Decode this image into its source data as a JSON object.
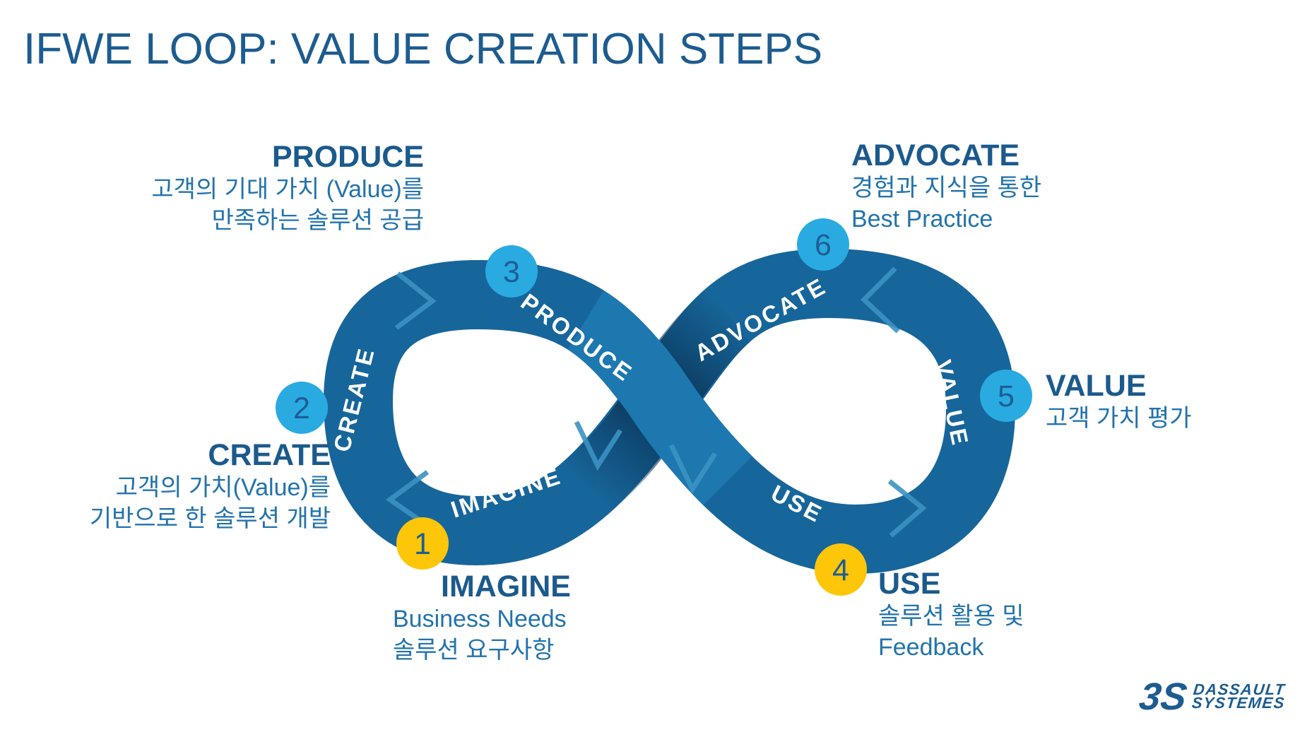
{
  "title": "IFWE LOOP: VALUE CREATION STEPS",
  "steps": [
    {
      "num": "1",
      "name": "IMAGINE",
      "desc_lines": [
        "Business Needs",
        "솔루션 요구사항"
      ],
      "badge_color": "#FDC609"
    },
    {
      "num": "2",
      "name": "CREATE",
      "desc_lines": [
        "고객의 가치(Value)를",
        "기반으로 한 솔루션 개발"
      ],
      "badge_color": "#29ABE2"
    },
    {
      "num": "3",
      "name": "PRODUCE",
      "desc_lines": [
        "고객의 기대 가치 (Value)를",
        "만족하는 솔루션 공급"
      ],
      "badge_color": "#29ABE2"
    },
    {
      "num": "4",
      "name": "USE",
      "desc_lines": [
        "솔루션 활용 및",
        "Feedback"
      ],
      "badge_color": "#FDC609"
    },
    {
      "num": "5",
      "name": "VALUE",
      "desc_lines": [
        "고객 가치 평가"
      ],
      "badge_color": "#29ABE2"
    },
    {
      "num": "6",
      "name": "ADVOCATE",
      "desc_lines": [
        "경험과 지식을 통한",
        "Best Practice"
      ],
      "badge_color": "#29ABE2"
    }
  ],
  "logo": {
    "mark": "3S",
    "name_line1": "DASSAULT",
    "name_line2": "SYSTEMES"
  },
  "colors": {
    "title_text": "#1D5C8F",
    "heading_text": "#1B5A8C",
    "body_text": "#2273AC",
    "ribbon": "#17669B",
    "ribbon_highlight": "#1D78B0",
    "ribbon_shadow": "#0B3A5F",
    "chevron_accent": "#3B92C2",
    "badge_blue": "#29ABE2",
    "badge_yellow": "#FDC609",
    "badge_number": "#1D5E94",
    "ribbon_text": "#FFFFFF"
  }
}
